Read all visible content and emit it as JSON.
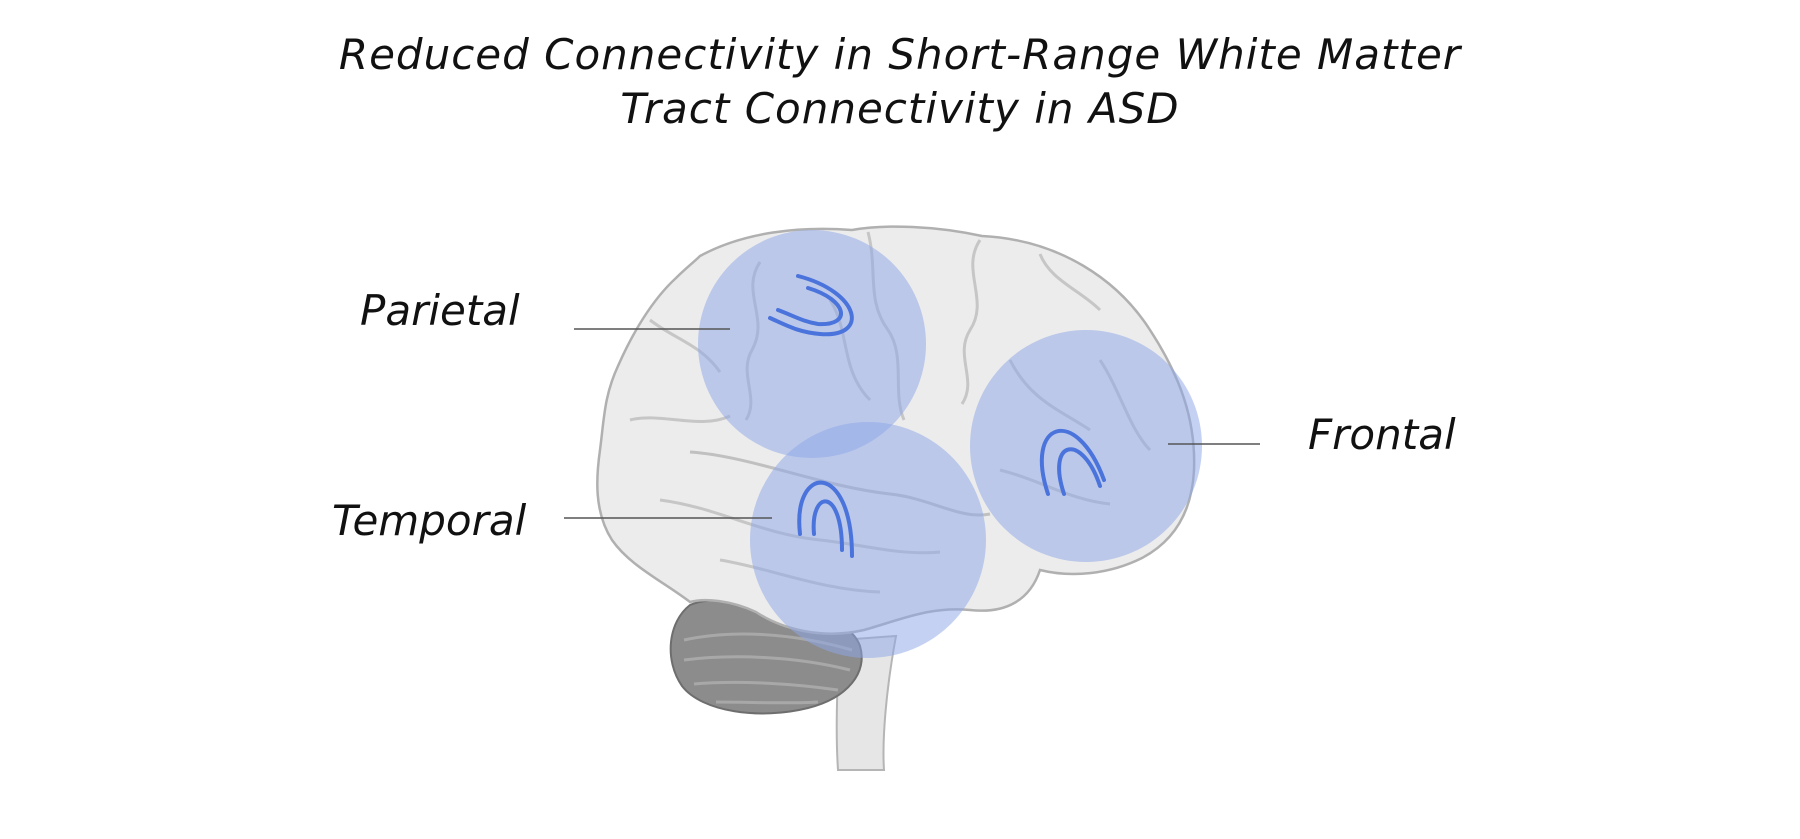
{
  "title": {
    "line1": "Reduced Connectivity in Short-Range White Matter",
    "line2": "Tract Connectivity in ASD"
  },
  "regions": {
    "parietal": "Parietal",
    "temporal": "Temporal",
    "frontal": "Frontal"
  },
  "colors": {
    "highlight_fill": "#8da7e8",
    "tract_stroke": "#4a74dc",
    "brain_fill": "#ebebeb",
    "brain_outline": "#b5b5b5",
    "cerebellum_fill": "#8c8c8c",
    "leader_line": "#555555",
    "text": "#111111"
  },
  "icons": {
    "brain": "brain-lateral-icon",
    "tract": "u-fiber-tract-icon"
  }
}
